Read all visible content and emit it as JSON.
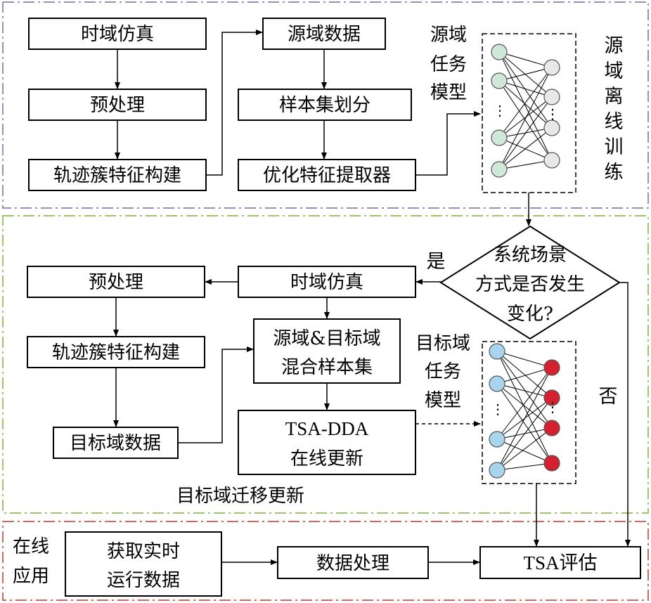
{
  "sections": {
    "source": {
      "label": [
        "源",
        "域",
        "离",
        "线",
        "训",
        "练"
      ],
      "blocks": {
        "sim": "时域仿真",
        "pre": "预处理",
        "feat": "轨迹簇特征构建",
        "srcdata": "源域数据",
        "split": "样本集划分",
        "extract": "优化特征提取器"
      },
      "model_label": [
        "源域",
        "任务",
        "模型"
      ],
      "dots": "⋮"
    },
    "target": {
      "decision": [
        "系统场景",
        "方式是否发生",
        "变化?"
      ],
      "yes": "是",
      "no": "否",
      "blocks": {
        "sim": "时域仿真",
        "pre": "预处理",
        "feat": "轨迹簇特征构建",
        "mixed": [
          "源域&目标域",
          "混合样本集"
        ],
        "tgtdata": "目标域数据",
        "tsadda": [
          "TSA-DDA",
          "在线更新"
        ]
      },
      "model_label": [
        "目标域",
        "任务",
        "模型"
      ],
      "caption": "目标域迁移更新",
      "dots": "⋮"
    },
    "online": {
      "label": [
        "在线",
        "应用"
      ],
      "blocks": {
        "acquire": [
          "获取实时",
          "运行数据"
        ],
        "process": "数据处理",
        "eval": "TSA评估"
      }
    }
  },
  "colors": {
    "source_border": "#7b6a9e",
    "target_border": "#7fb23a",
    "online_border": "#c0392b",
    "source_input_node": "#cfe8d8",
    "source_output_node": "#e8e8e8",
    "target_input_node": "#a8d4ee",
    "target_output_node": "#d4202f"
  }
}
